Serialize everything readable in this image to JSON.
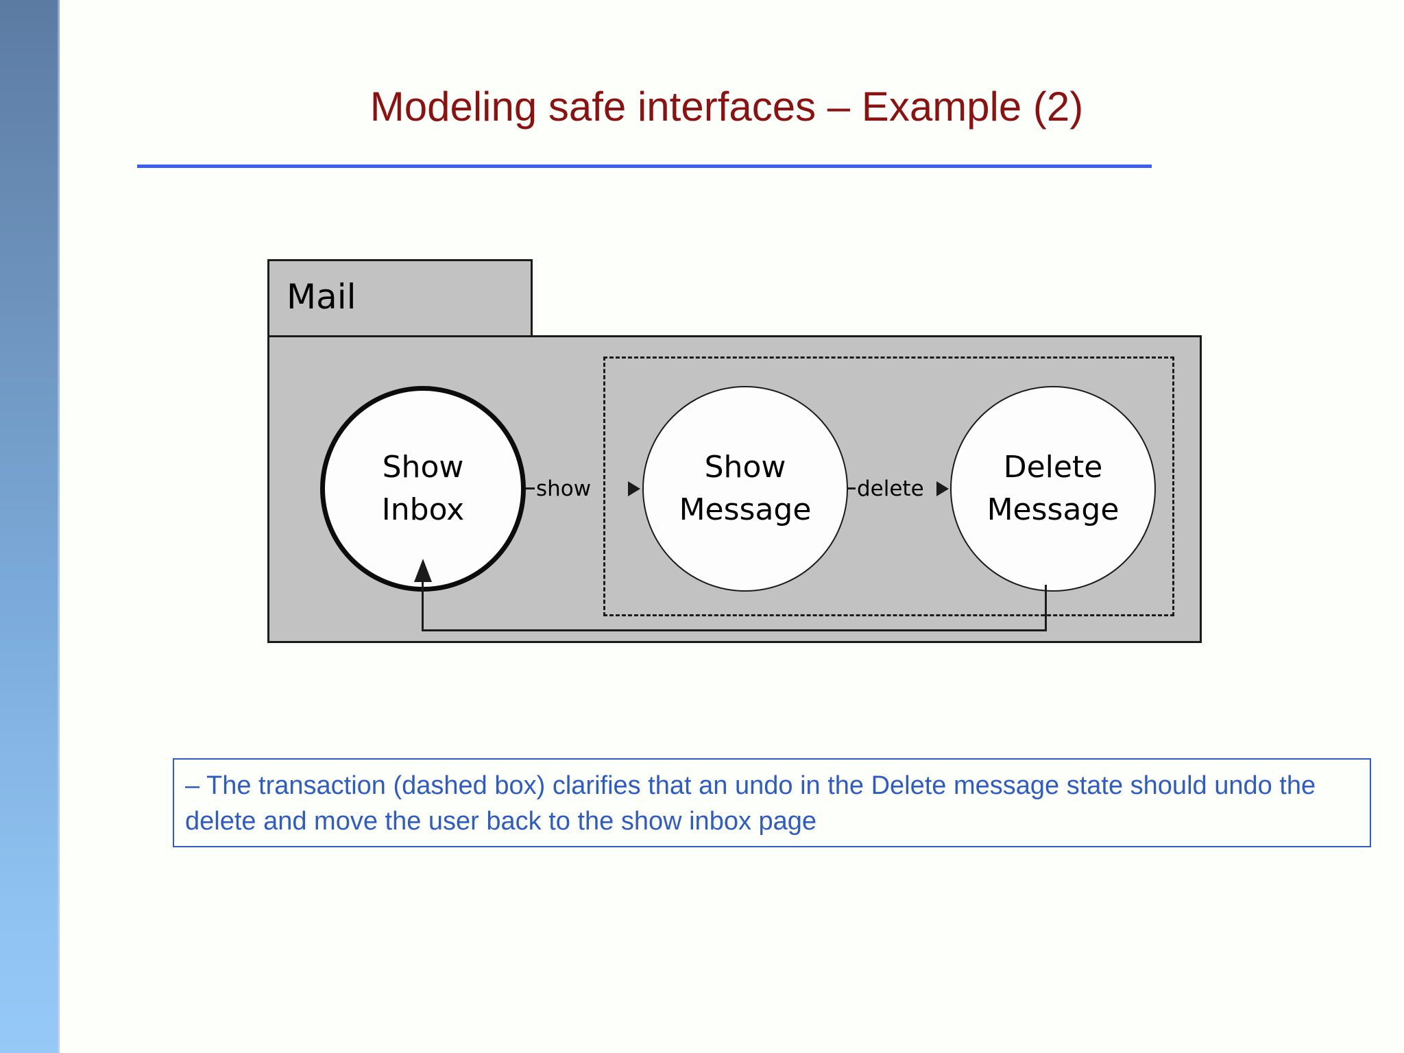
{
  "slide": {
    "title": "Modeling safe interfaces – Example (2)",
    "title_color": "#8c1111",
    "rule_color": "#3a5ff0",
    "background": "#fdfffb"
  },
  "sidebar": {
    "gradient_top": "#5c7ba3",
    "gradient_bottom": "#96c9f7"
  },
  "diagram": {
    "package_name": "Mail",
    "package_fill": "#c2c2c2",
    "package_border": "#1b1b1b",
    "transaction_box": {
      "style": "dashed",
      "label": ""
    },
    "states": [
      {
        "name": "Show Inbox",
        "line1": "Show",
        "line2": "Inbox",
        "initial": true,
        "border": "thick"
      },
      {
        "name": "Show Message",
        "line1": "Show",
        "line2": "Message",
        "initial": false,
        "border": "thin"
      },
      {
        "name": "Delete Message",
        "line1": "Delete",
        "line2": "Message",
        "initial": false,
        "border": "thin"
      }
    ],
    "transitions": [
      {
        "label": "show",
        "from": "Show Inbox",
        "to": "Show Message"
      },
      {
        "label": "delete",
        "from": "Show Message",
        "to": "Delete Message"
      },
      {
        "label": "",
        "from": "Delete Message",
        "to": "Show Inbox"
      }
    ]
  },
  "caption": {
    "text": "– The transaction (dashed box) clarifies that an undo in the Delete message state should undo the delete and move the user back to the show inbox page",
    "border_color": "#2f5bc4",
    "text_color": "#2f5bc4"
  }
}
